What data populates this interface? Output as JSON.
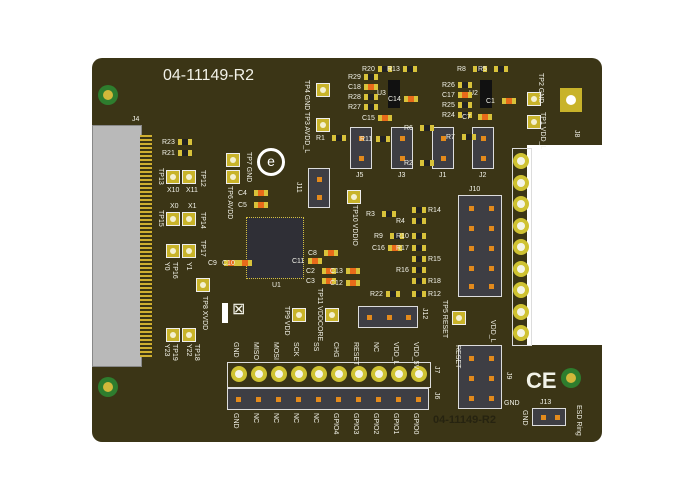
{
  "board": {
    "title": "04-11149-R2",
    "bottom_title": "04-11149-R2",
    "colors": {
      "board": "#3b3516",
      "pad": "#c8b32a",
      "silkscreen": "#f2f2e8"
    }
  },
  "designators": {
    "J4": "J4",
    "J5": "J5",
    "J3": "J3",
    "J1": "J1",
    "J2": "J2",
    "J8": "J8",
    "J10": "J10",
    "J11": "J11",
    "J12": "J12",
    "J13": "J13",
    "J7": "J7",
    "J6": "J6",
    "J9": "J9",
    "U1": "U1",
    "U2": "U2",
    "U3": "U3"
  },
  "parts": [
    "R23",
    "R21",
    "R29",
    "C18",
    "R28",
    "R27",
    "R20",
    "R13",
    "C14",
    "C15",
    "R26",
    "C17",
    "R25",
    "R24",
    "R8",
    "R5",
    "C1",
    "C7",
    "R1",
    "R11",
    "R6",
    "R2",
    "R7",
    "R3",
    "R14",
    "R4",
    "R9",
    "R10",
    "C16",
    "R17",
    "R15",
    "R16",
    "R18",
    "R22",
    "R12",
    "C8",
    "C11",
    "C2",
    "C3",
    "C13",
    "C12",
    "C9",
    "C10",
    "C4",
    "C5"
  ],
  "testpoints": {
    "TP4": "TP4 GND",
    "TP3": "TP3 AVDD_L",
    "TP7": "TP7 GND",
    "TP6": "TP6 AVDD",
    "TP13": "TP13",
    "TP12": "TP12",
    "X10": "X10",
    "X11": "X11",
    "X0": "X0",
    "X1": "X1",
    "TP15": "TP15",
    "TP14": "TP14",
    "TP17": "TP17",
    "TP16": "TP16",
    "Y0": "Y0",
    "Y1": "Y1",
    "TP8": "TP8 XVDD",
    "TP9": "TP9 VDD",
    "TP11": "TP11 VDDCORE",
    "TP10": "TP10 VDDIO",
    "TP5": "TP5 RESET",
    "TP2": "TP2 GND",
    "TP1": "TP1 VDD_L",
    "TP18": "TP18",
    "TP19": "TP19",
    "Y22": "Y22",
    "Y23": "Y23"
  },
  "j7_pins": [
    "GND",
    "MISO",
    "MOSI",
    "SCK",
    "SS",
    "CHG",
    "RESET",
    "NC",
    "VDD_L",
    "VDD_5V"
  ],
  "j6_pins": [
    "GND",
    "NC",
    "NC",
    "NC",
    "NC",
    "GPIO4",
    "GPIO3",
    "GPIO2",
    "GPIO1",
    "GPIO0"
  ],
  "j9_labels": {
    "reset": "RESET",
    "vdd": "VDD_L",
    "gnd": "GND"
  },
  "j13_labels": {
    "gnd": "GND",
    "esd": "ESD Ring"
  },
  "ce_mark": "CE"
}
